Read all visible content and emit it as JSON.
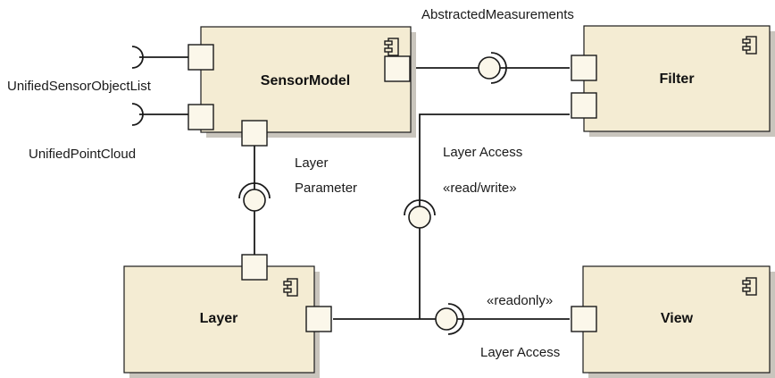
{
  "colors": {
    "component_fill": "#f4ecd3",
    "component_shadow": "#c9c5bd",
    "port_fill": "#fbf7ea",
    "stroke": "#1a1a1a",
    "background": "#ffffff"
  },
  "components": {
    "sensor_model": "SensorModel",
    "filter": "Filter",
    "layer": "Layer",
    "view": "View"
  },
  "interfaces": {
    "unified_sensor_object_list": "UnifiedSensorObjectList",
    "unified_point_cloud": "UnifiedPointCloud",
    "abstracted_measurements": "AbstractedMeasurements",
    "layer_parameter_line1": "Layer",
    "layer_parameter_line2": "Parameter",
    "layer_access_filter": "Layer Access",
    "read_write": "«read/write»",
    "readonly": "«readonly»",
    "layer_access_view": "Layer Access"
  },
  "icons": {
    "component": "uml-component-icon",
    "required_interface": "required-interface-socket",
    "provided_interface": "provided-interface-lollipop"
  }
}
